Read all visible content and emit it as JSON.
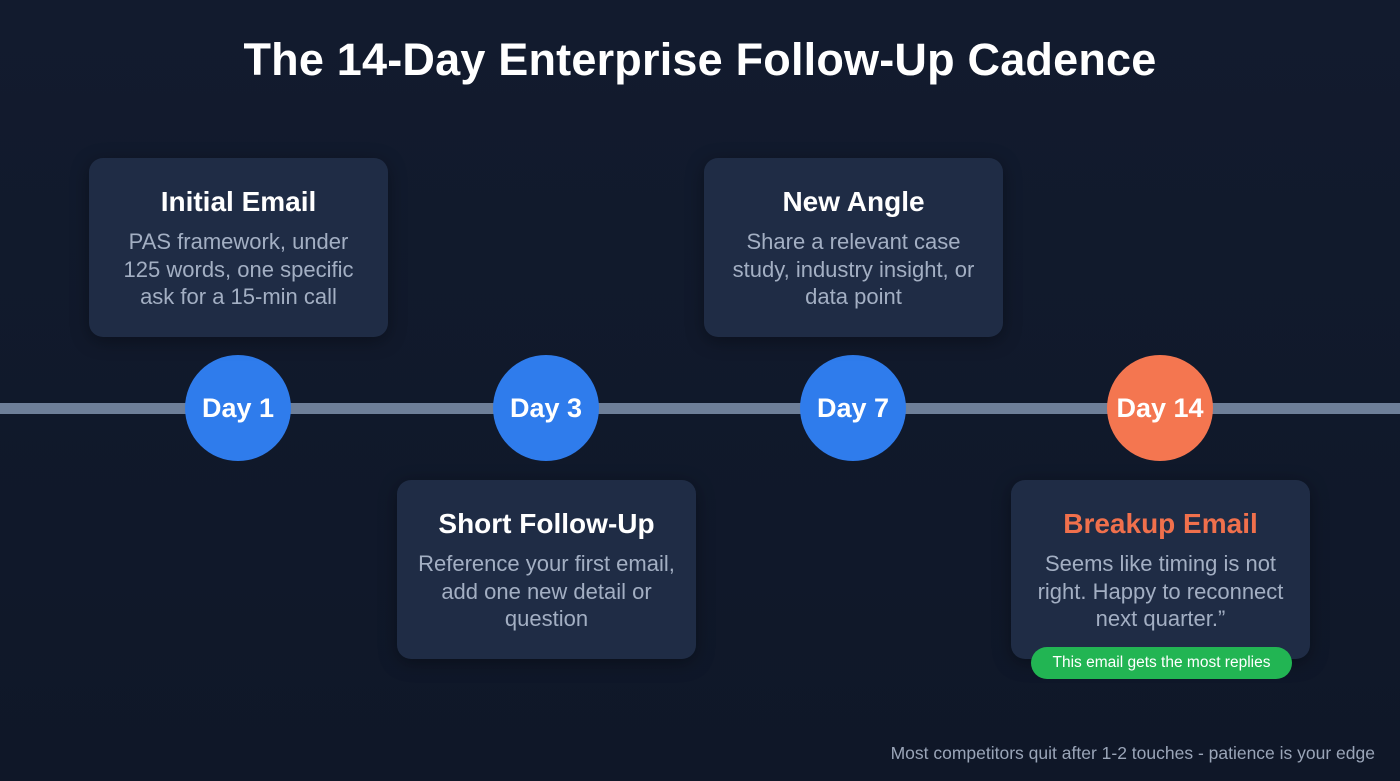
{
  "title": "The 14-Day Enterprise Follow-Up Cadence",
  "colors": {
    "background": "#111a2c",
    "timeline": "#6e7f99",
    "node_blue": "#2f7cec",
    "node_orange": "#f47650",
    "card": "#1f2c45",
    "highlight_title": "#f0704c",
    "badge_green": "#22b553"
  },
  "steps": [
    {
      "day": "Day 1",
      "title": "Initial Email",
      "description": "PAS framework, under 125 words, one specific ask for a 15-min call",
      "position": "above"
    },
    {
      "day": "Day 3",
      "title": "Short Follow-Up",
      "description": "Reference your first email, add one new detail or question",
      "position": "below"
    },
    {
      "day": "Day 7",
      "title": "New Angle",
      "description": "Share a relevant case study, industry insight, or data point",
      "position": "above"
    },
    {
      "day": "Day 14",
      "title": "Breakup Email",
      "description": "Seems like timing is not right. Happy to reconnect next quarter.”",
      "position": "below",
      "badge": "This email gets the most replies"
    }
  ],
  "footer": "Most competitors quit after 1-2 touches - patience is your edge"
}
